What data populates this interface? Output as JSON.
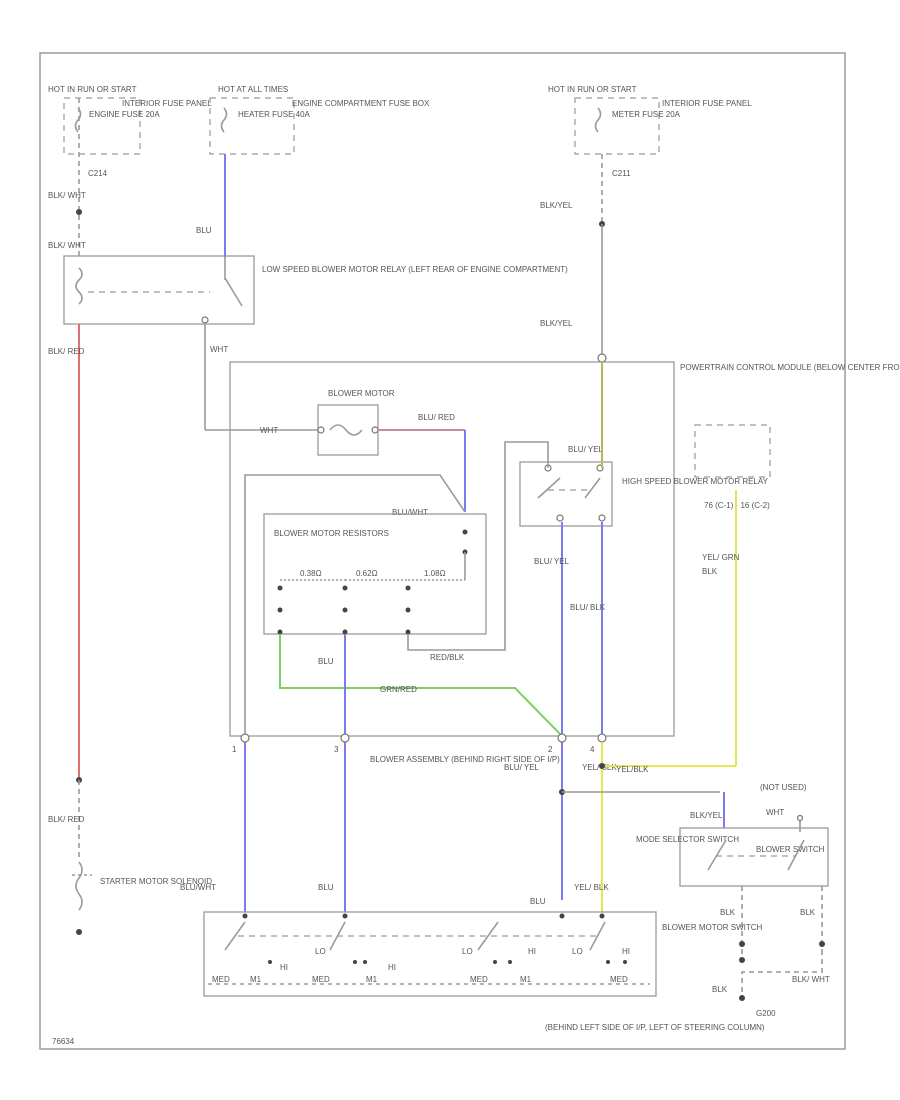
{
  "colors": {
    "wire_gray": "#9a9a9a",
    "wire_blue": "#7b7bf0",
    "wire_red": "#e07070",
    "wire_green": "#7fd060",
    "wire_yellow": "#e6e650",
    "wire_olive": "#b8b850",
    "wire_pink": "#c98aa8",
    "text": "#555555"
  },
  "power": {
    "hot_start": "HOT IN RUN OR START",
    "hot_all": "HOT AT ALL TIMES",
    "hot_run": "HOT IN RUN OR START",
    "engine_fuse": "ENGINE FUSE 20A",
    "interior_panel": "INTERIOR FUSE PANEL",
    "heater_fuse": "HEATER FUSE 40A",
    "engine_comp_panel": "ENGINE COMPARTMENT FUSE BOX",
    "meter_fuse": "METER FUSE 20A",
    "interior_panel_right": "INTERIOR FUSE PANEL"
  },
  "connectors": {
    "c214": "C214",
    "c211": "C211"
  },
  "wire_labels": {
    "blk_wht_1": "BLK/ WHT",
    "blk_wht_2": "BLK/ WHT",
    "blk_red_1": "BLK/ RED",
    "blk_red_2": "BLK/ RED",
    "blu_top": "BLU",
    "wht": "WHT",
    "wht_2": "WHT",
    "blu_red": "BLU/ RED",
    "blk_yel_1": "BLK/YEL",
    "blk_yel_2": "BLK/YEL",
    "blu_yel_top": "BLU/ YEL",
    "blu_wht": "BLU/WHT",
    "blu_yel_left": "BLU/ YEL",
    "blu_blk": "BLU/ BLK",
    "red_blk": "RED/BLK",
    "grn_red": "GRN/RED",
    "blu_mid": "BLU",
    "yel_grn": "YEL/ GRN",
    "blk_mid": "BLK",
    "blu_yel_bottom": "BLU/ YEL",
    "yel_blk_bottom": "YEL/ BLK",
    "yel_blk_h": "YEL/BLK",
    "blu_wht_bottom": "BLU/WHT",
    "blu_bottom": "BLU",
    "blu_right": "BLU",
    "yel_blk_switch": "YEL/ BLK",
    "blk_yel_mode": "BLK/YEL",
    "wht_not_used": "WHT",
    "blk_sw1": "BLK",
    "blk_sw2": "BLK",
    "blk_wht_g": "BLK/ WHT",
    "blk_g": "BLK"
  },
  "components": {
    "low_relay": "LOW SPEED BLOWER MOTOR RELAY (LEFT REAR OF ENGINE COMPARTMENT)",
    "pcm": "POWERTRAIN CONTROL MODULE (BELOW CENTER FRONT OF CENTER CONSOLE)",
    "blower_motor": "BLOWER MOTOR",
    "resistors": "BLOWER MOTOR RESISTORS",
    "r1": "0.38Ω",
    "r2": "0.62Ω",
    "r3": "1.08Ω",
    "high_relay": "HIGH SPEED BLOWER MOTOR RELAY",
    "pcm_pins": "76 (C-1)  ·  16 (C-2)",
    "blower_assy": "BLOWER ASSEMBLY (BEHIND RIGHT SIDE OF I/P)",
    "starter": "STARTER MOTOR SOLENOID",
    "not_used": "(NOT USED)",
    "mode_switch": "MODE SELECTOR SWITCH",
    "blower_switch": "BLOWER SWITCH",
    "motor_switch": "BLOWER MOTOR SWITCH",
    "ground": "(BEHIND LEFT SIDE OF I/P, LEFT OF STEERING COLUMN)",
    "ground_id": "G200"
  },
  "pins": {
    "p1": "1",
    "p3": "3",
    "p2": "2",
    "p4": "4"
  },
  "switch_labels": {
    "med1": "MED",
    "m1": "M1",
    "h1": "HI",
    "med2": "MED",
    "m2": "M1",
    "h2": "HI",
    "lo1": "LO",
    "lo2": "LO",
    "hi3": "HI",
    "med3": "MED",
    "m3": "M1",
    "lo3": "LO",
    "hi4": "HI",
    "med4": "MED"
  },
  "footer": {
    "code": "76634"
  }
}
